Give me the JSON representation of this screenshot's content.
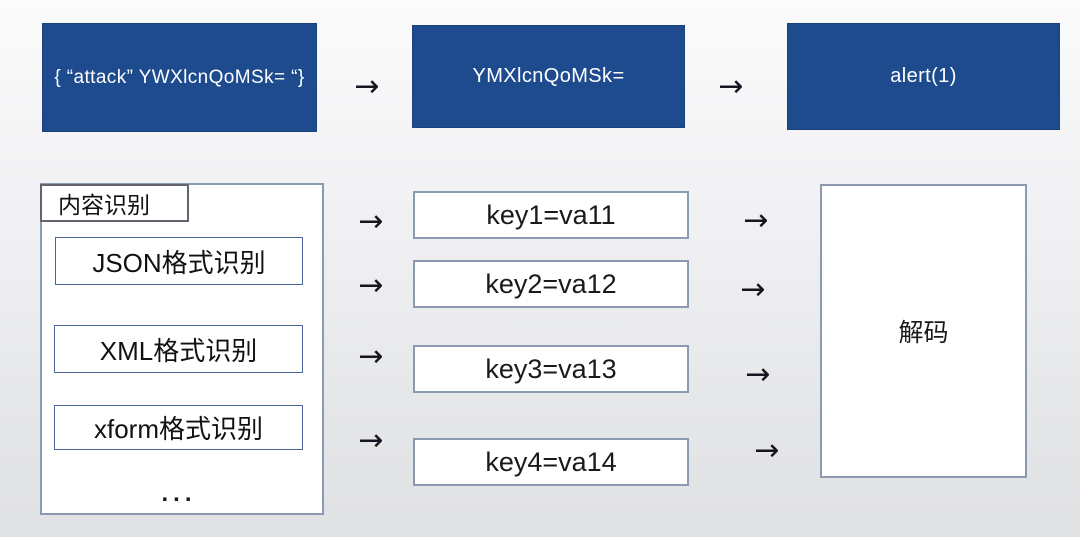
{
  "diagram_title": "payload-decode-flow",
  "colors": {
    "box_blue": "#1d4b8e",
    "box_blue_text": "#ffffff",
    "outer_border_slate": "#8b99b3",
    "inner_border_blue": "#4a659a",
    "tab_border_gray": "#60656e",
    "arrow_color": "#15151f",
    "background": "#eceded"
  },
  "top_row": {
    "arrow": "→",
    "boxes": [
      {
        "label": "{ “attack” YWXlcnQoMSk= “}"
      },
      {
        "label": "YMXlcnQoMSk="
      },
      {
        "label": "alert(1)"
      }
    ]
  },
  "bottom_row": {
    "arrow": "→",
    "recognizer": {
      "tab_label": "内容识别",
      "items": [
        "JSON格式识别",
        "XML格式识别",
        "xform格式识别"
      ],
      "ellipsis": "..."
    },
    "pairs": [
      "key1=va11",
      "key2=va12",
      "key3=va13",
      "key4=va14"
    ],
    "decoder_label": "解码"
  }
}
